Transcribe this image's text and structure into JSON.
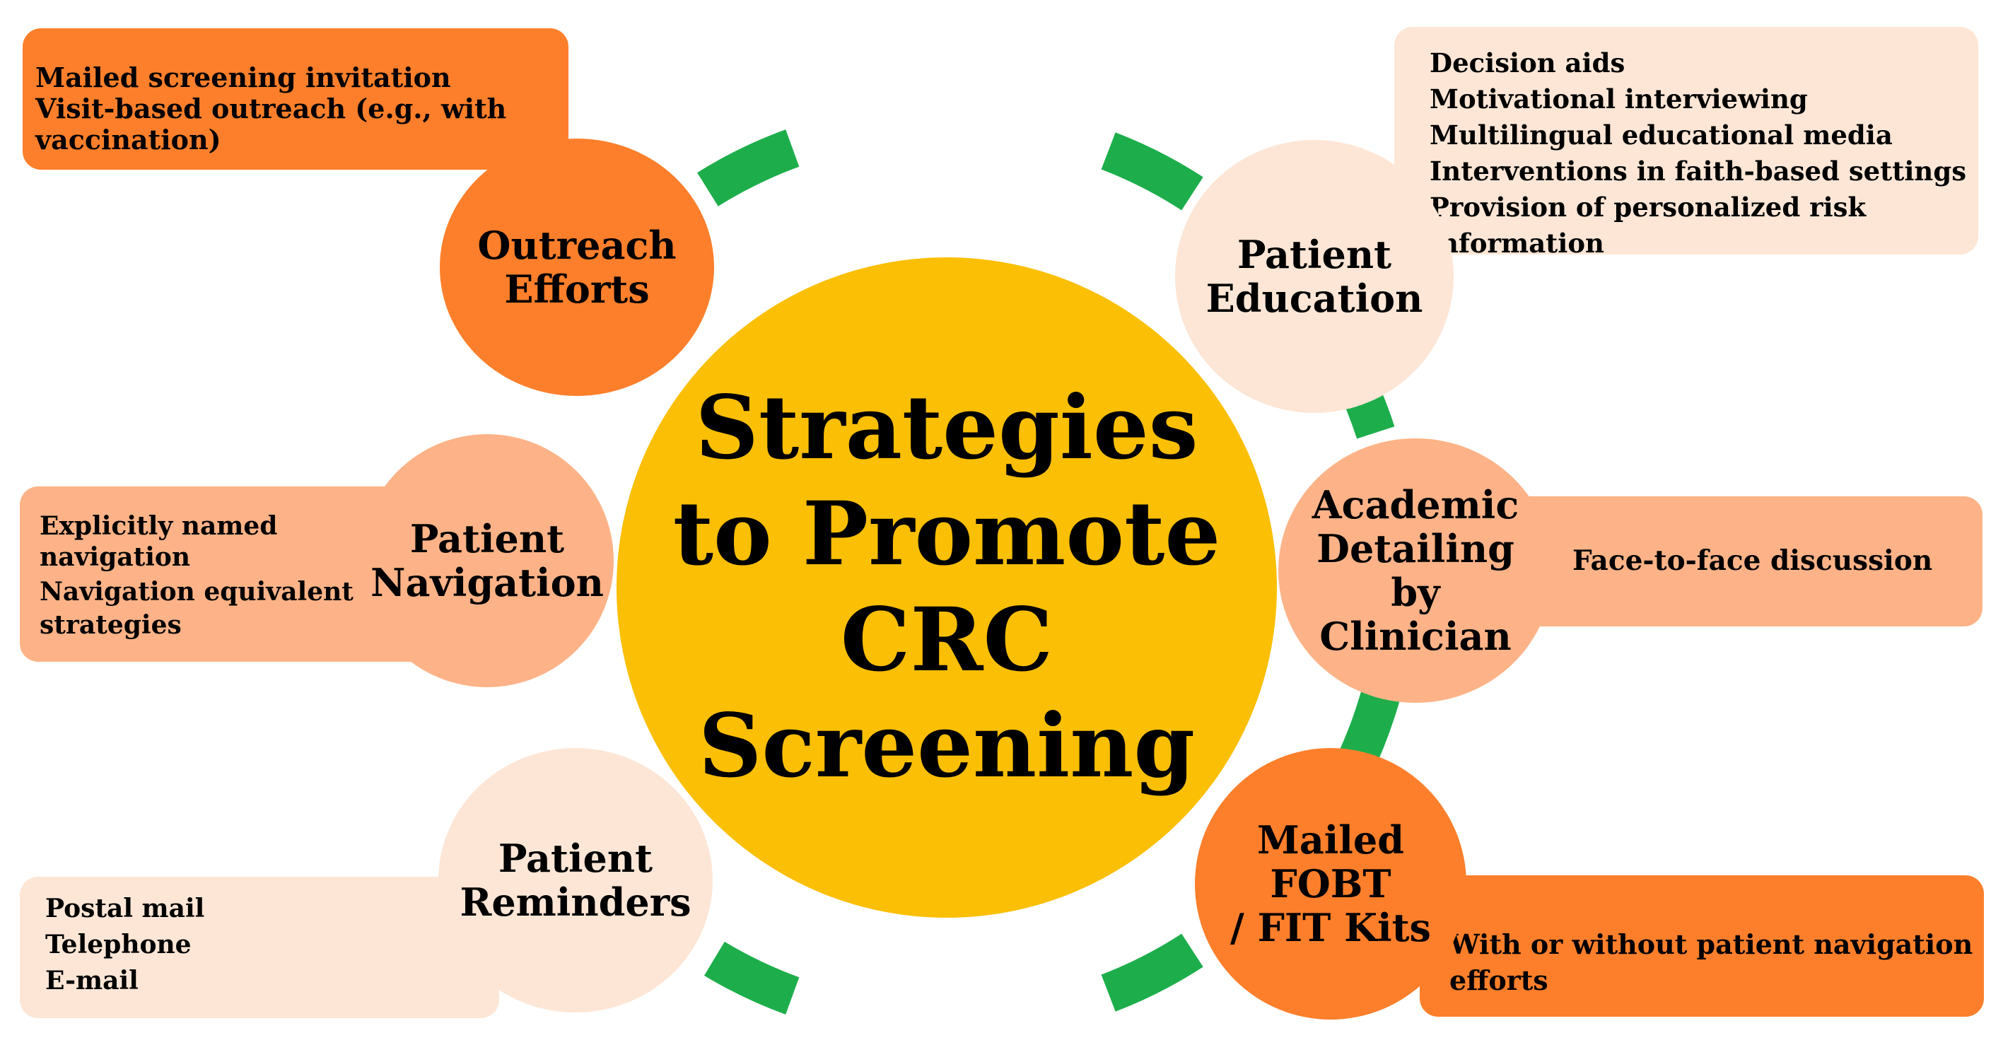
{
  "colors": {
    "center": "#FBBF05",
    "ring": "#1DAE4B",
    "orange_dark": "#FD7F2B",
    "orange_light": "#FDB387",
    "peach": "#FDE6D6"
  },
  "center": {
    "title_lines": [
      "Strategies",
      "to Promote",
      "CRC",
      "Screening"
    ]
  },
  "nodes": {
    "outreach": {
      "title_lines": [
        "Outreach",
        "Efforts"
      ],
      "items": [
        "Mailed screening invitation",
        "Visit-based outreach (e.g., with vaccination)"
      ]
    },
    "patient_navigation": {
      "title_lines": [
        "Patient",
        "Navigation"
      ],
      "items": [
        "Explicitly named",
        "navigation",
        "Navigation equivalent",
        "strategies"
      ]
    },
    "patient_reminders": {
      "title_lines": [
        "Patient",
        "Reminders"
      ],
      "items": [
        "Postal mail",
        "Telephone",
        "E-mail"
      ]
    },
    "patient_education": {
      "title_lines": [
        "Patient",
        "Education"
      ],
      "items": [
        "Decision aids",
        "Motivational interviewing",
        "Multilingual educational media",
        "Interventions in faith-based settings",
        "Provision of personalized risk information"
      ]
    },
    "academic_detailing": {
      "title_lines": [
        "Academic",
        "Detailing",
        "by",
        "Clinician"
      ],
      "items": [
        "Face-to-face discussion"
      ]
    },
    "mailed_fobt": {
      "title_lines": [
        "Mailed",
        "FOBT",
        "/ FIT Kits"
      ],
      "items": [
        "With or without patient navigation efforts"
      ]
    }
  }
}
